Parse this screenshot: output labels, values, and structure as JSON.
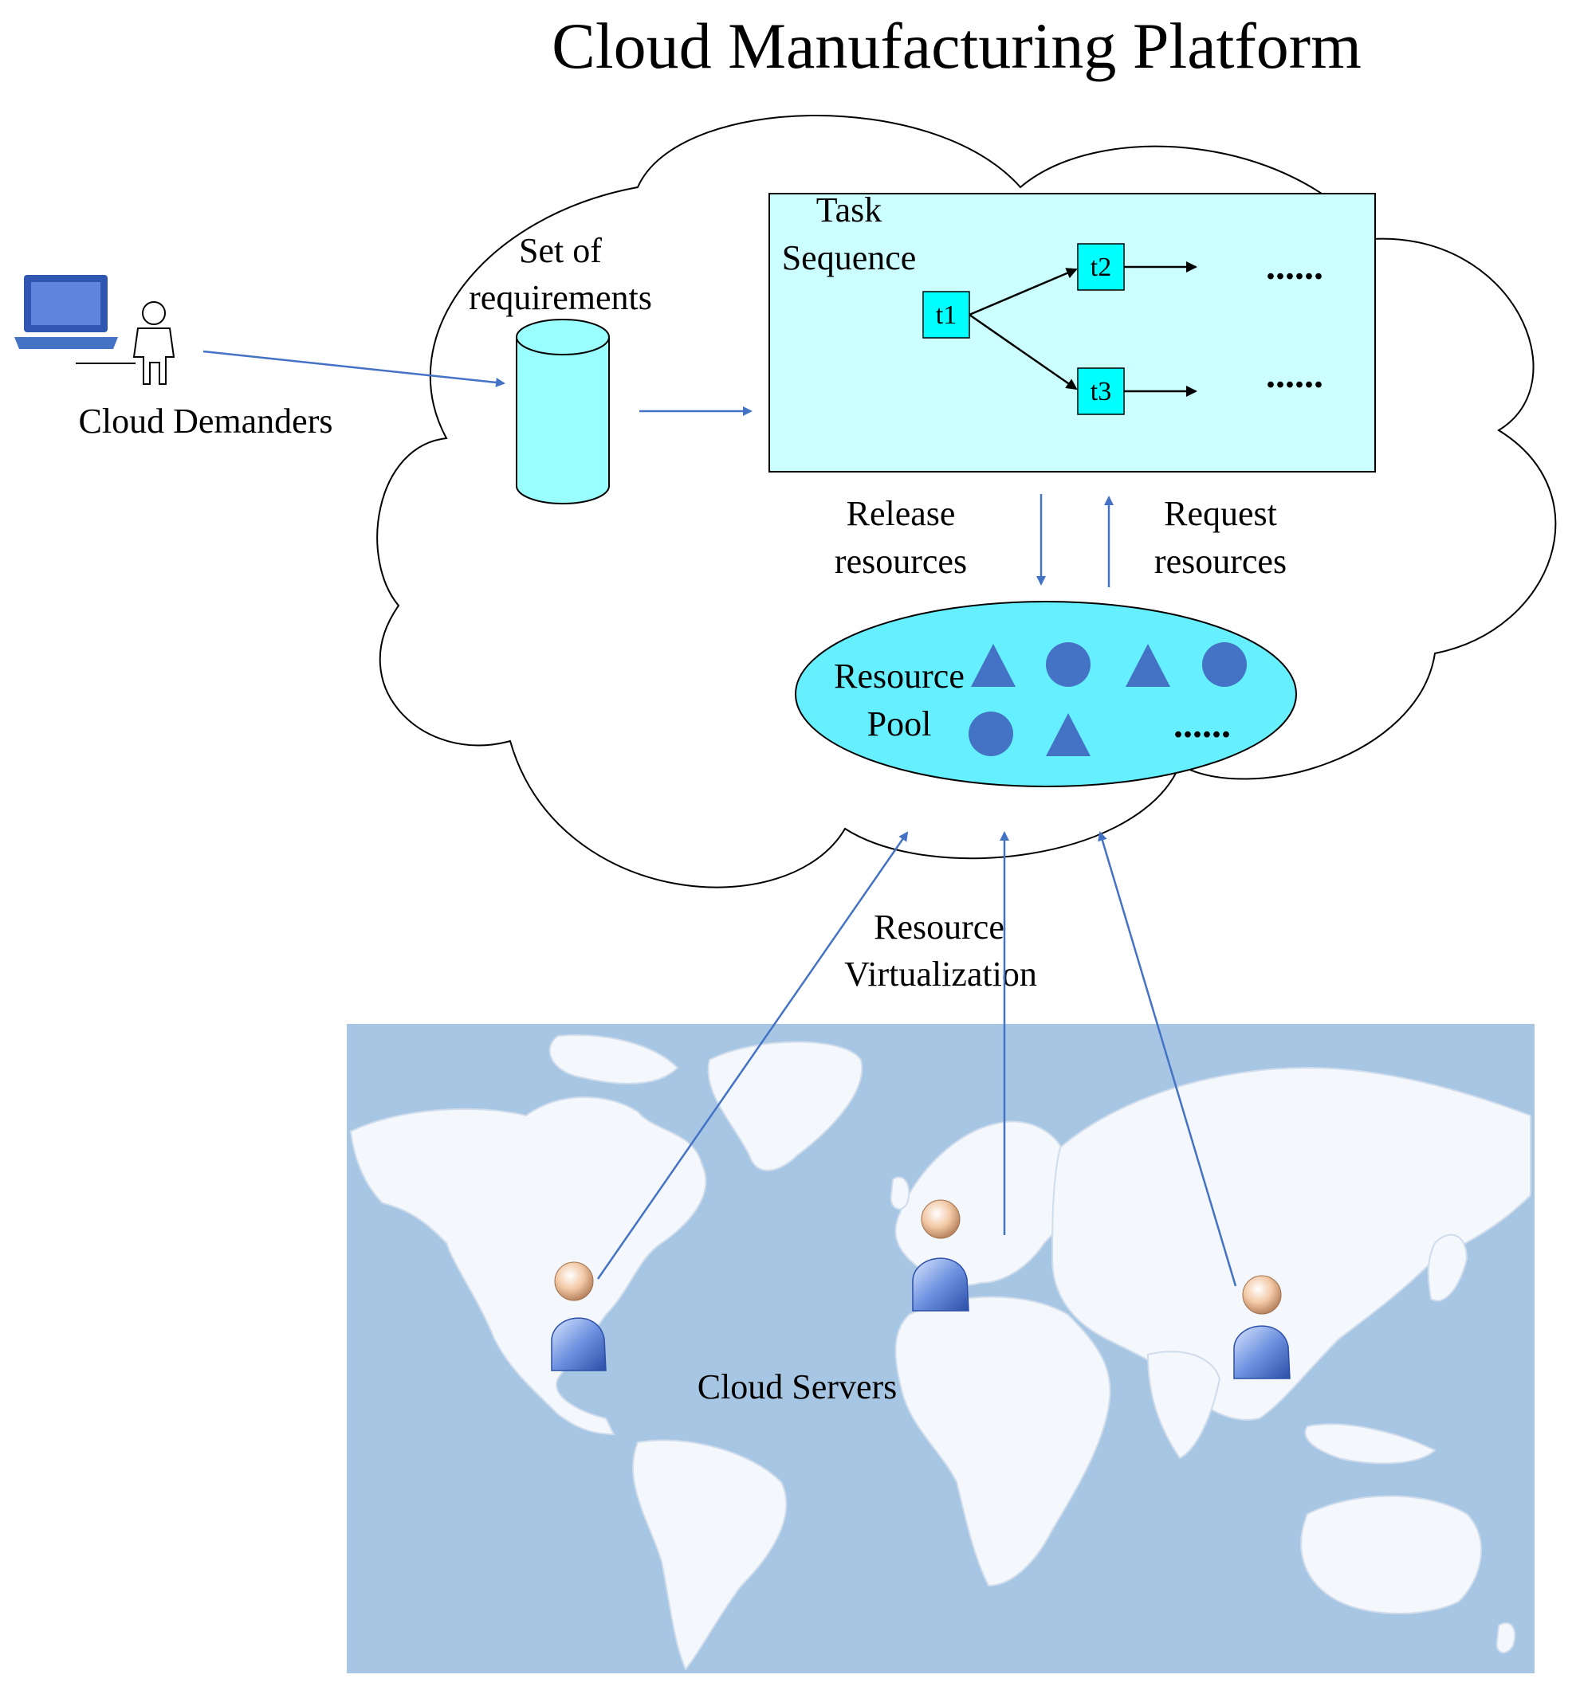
{
  "title": "Cloud Manufacturing Platform",
  "demanders_label": "Cloud Demanders",
  "requirements_label": [
    "Set of",
    "requirements"
  ],
  "task_sequence_label": [
    "Task",
    "Sequence"
  ],
  "tasks": [
    "t1",
    "t2",
    "t3"
  ],
  "ellipsis": "......",
  "release_label": [
    "Release",
    "resources"
  ],
  "request_label": [
    "Request",
    "resources"
  ],
  "pool_label": [
    "Resource",
    "Pool"
  ],
  "virtualization_label": [
    "Resource",
    "Virtualization"
  ],
  "servers_label": "Cloud Servers",
  "colors": {
    "arrow_blue": "#4472c4",
    "cyan_fill": "#99ffff",
    "box_fill": "#ccffff",
    "shape_blue": "#4472c4",
    "map_ocean": "#a7c6e3",
    "map_land": "#f4f7fb"
  },
  "icons": [
    "laptop-icon",
    "person-icon",
    "database-cylinder-icon",
    "server-user-icon",
    "world-map"
  ]
}
